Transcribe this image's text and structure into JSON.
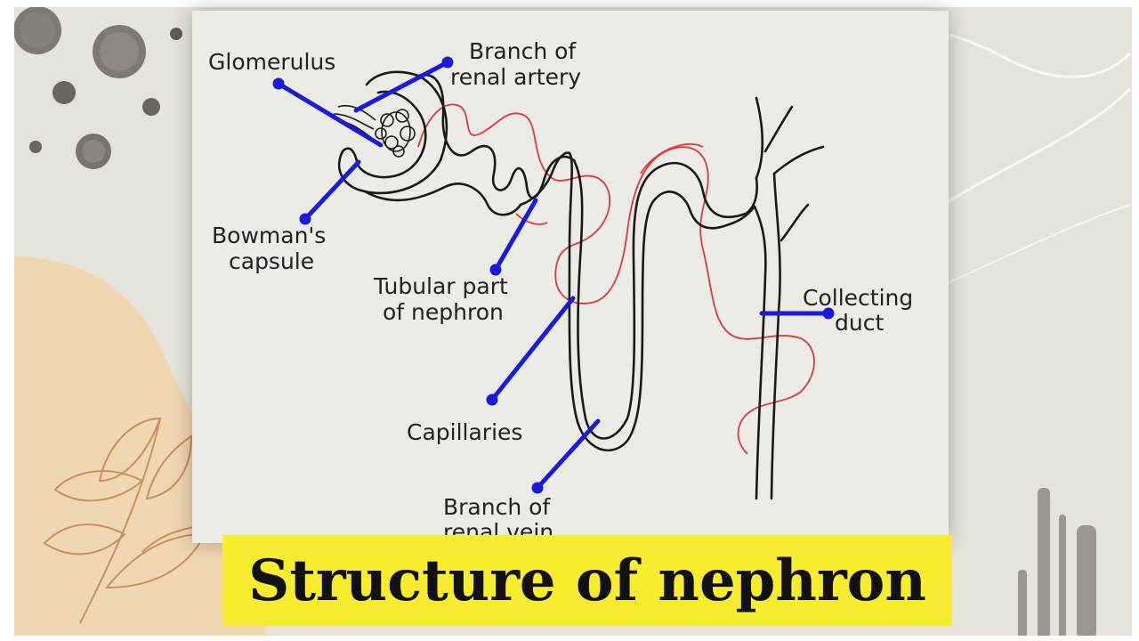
{
  "diagram": {
    "labels": {
      "glomerulus": "Glomerulus",
      "branch_artery_1": "Branch of",
      "branch_artery_2": "renal artery",
      "bowmans_1": "Bowman's",
      "bowmans_2": "capsule",
      "tubular_1": "Tubular part",
      "tubular_2": "of nephron",
      "collecting_1": "Collecting",
      "collecting_2": "duct",
      "capillaries": "Capillaries",
      "branch_vein_1": "Branch of",
      "branch_vein_2": "renal vein"
    },
    "colors": {
      "pointer": "#1a1adb",
      "tubule": "#1a1a1a",
      "capillary": "#d93a3a",
      "title_bg": "#f7ec2f",
      "accent_peach": "#efd7b2"
    }
  },
  "title": "Structure of nephron"
}
